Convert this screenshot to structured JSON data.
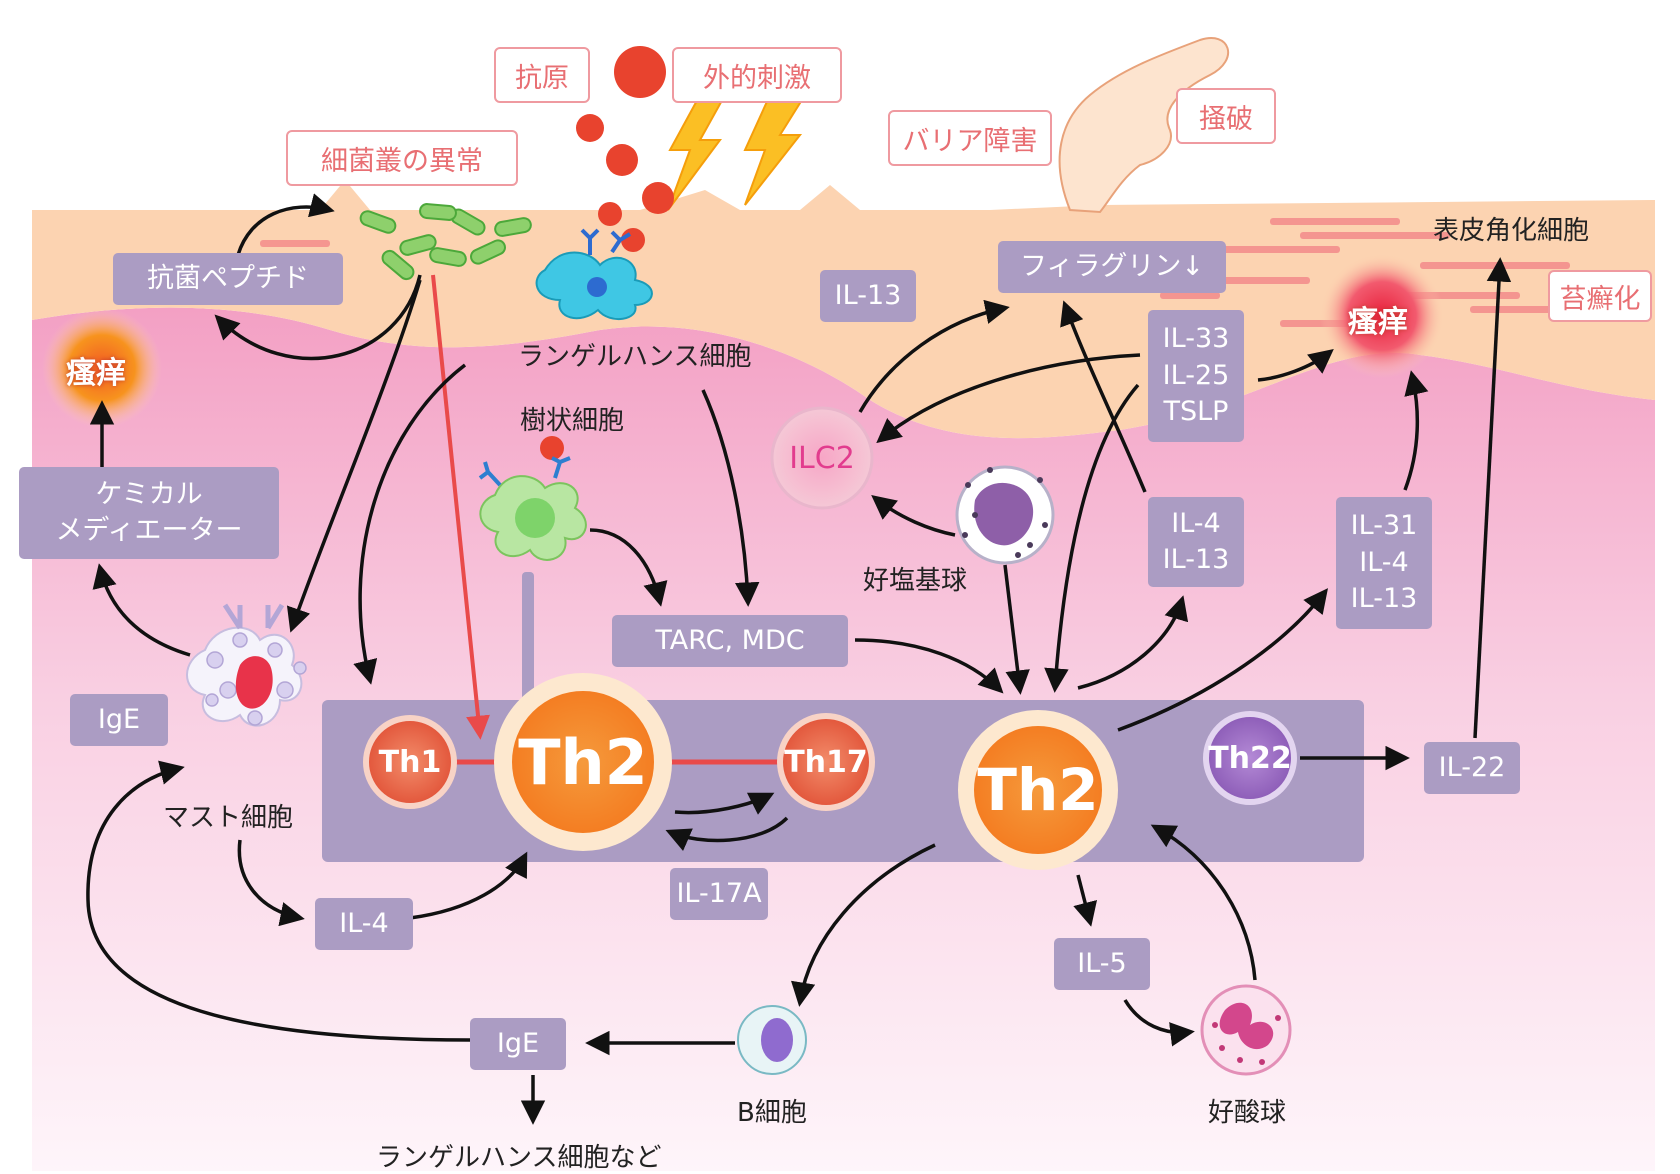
{
  "colors": {
    "epidermis": "#fcd3b1",
    "dermis_top": "#f4a3c5",
    "dermis_bottom": "#fdf0f7",
    "box": "#ab9cc3",
    "cluster": "#ab9cc3",
    "pink_label": "#e86f73",
    "red_line": "#e94a4a"
  },
  "labels": {
    "antigen": "抗原",
    "external_stimulus": "外的刺激",
    "scratching": "掻破",
    "barrier": "バリア障害",
    "microbiome": "細菌叢の異常",
    "lichen": "苔癬化",
    "itch_left": "瘙痒",
    "itch_right": "瘙痒",
    "keratinocyte": "表皮角化細胞",
    "langerhans": "ランゲルハンス細胞",
    "dendritic": "樹状細胞",
    "basophil": "好塩基球",
    "mast": "マスト細胞",
    "bcell": "B細胞",
    "eosinophil": "好酸球",
    "langerhans_etc": "ランゲルハンス細胞など"
  },
  "boxes": {
    "amp": "抗菌ペプチド",
    "chem": "ケミカル\nメディエーター",
    "ige_left": "IgE",
    "il4_bottom": "IL-4",
    "tarc": "TARC, MDC",
    "il17a": "IL-17A",
    "il13_top": "IL-13",
    "filaggrin": "フィラグリン↓",
    "il33": "IL-33\nIL-25\nTSLP",
    "il4_il13": "IL-4\nIL-13",
    "il31": "IL-31\nIL-4\nIL-13",
    "il22": "IL-22",
    "il5": "IL-5",
    "ige_bottom": "IgE"
  },
  "cells": {
    "th1": "Th1",
    "th2_left": "Th2",
    "th17": "Th17",
    "th2_right": "Th2",
    "th22": "Th22",
    "ilc2": "ILC2"
  }
}
